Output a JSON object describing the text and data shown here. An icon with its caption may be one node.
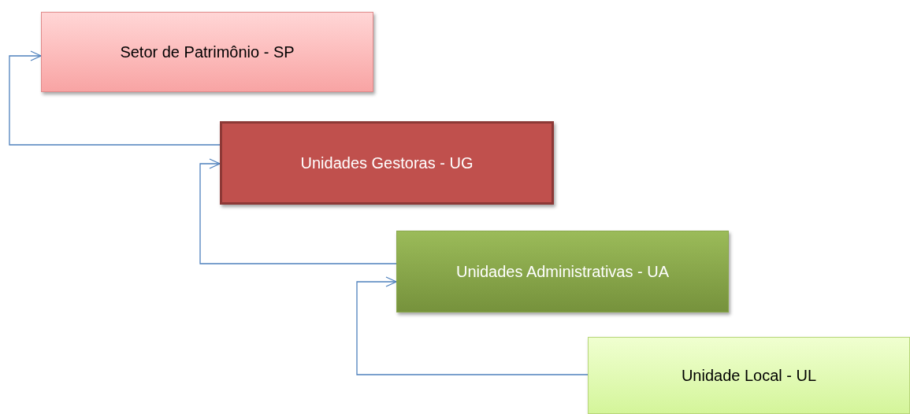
{
  "diagram": {
    "nodes": [
      {
        "text": [
          "Setor de Patrimônio - SP"
        ]
      },
      {
        "text": [
          "Unidades Gestoras - UG"
        ]
      },
      {
        "text": [
          "Unidades Administrativas - UA"
        ]
      },
      {
        "text": [
          "Unidade Local - UL"
        ]
      }
    ],
    "edges": [
      {
        "from": 1,
        "to": 0,
        "arrow": "to"
      },
      {
        "from": 2,
        "to": 1,
        "arrow": "to"
      },
      {
        "from": 3,
        "to": 2,
        "arrow": "to"
      }
    ]
  }
}
